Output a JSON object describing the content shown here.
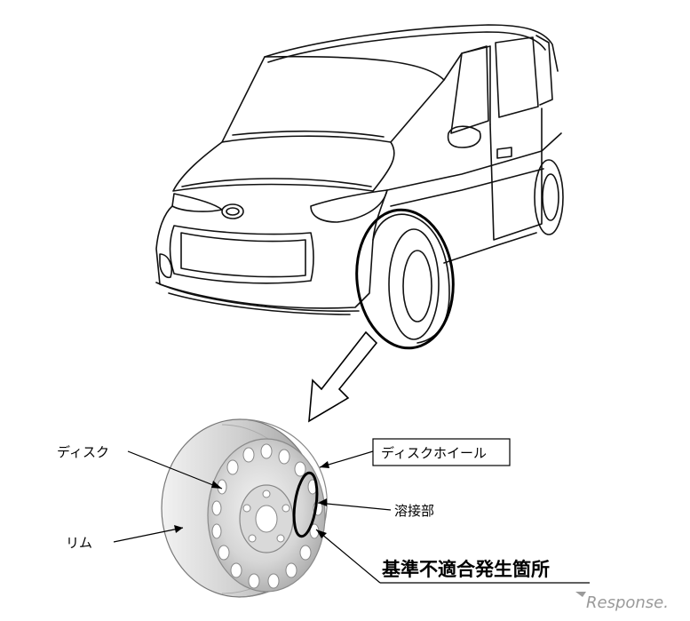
{
  "labels": {
    "disc": "ディスク",
    "disc_wheel": "ディスクホイール",
    "weld": "溶接部",
    "rim": "リム",
    "defect_location": "基準不適合発生箇所"
  },
  "watermark": "Response.",
  "colors": {
    "line": "#111111",
    "wheel_light": "#e9e9e9",
    "wheel_mid": "#bdbdbd",
    "wheel_dark": "#8a8a8a",
    "watermark": "#9a9a9a"
  }
}
